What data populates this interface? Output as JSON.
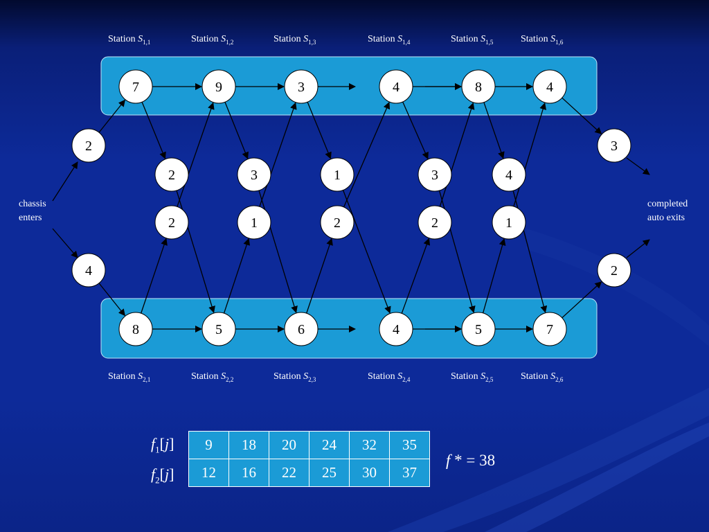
{
  "stations_top": [
    {
      "prefix": "Station ",
      "sym": "S",
      "sub": "1,1"
    },
    {
      "prefix": "Station ",
      "sym": "S",
      "sub": "1,2"
    },
    {
      "prefix": "Station ",
      "sym": "S",
      "sub": "1,3"
    },
    {
      "prefix": "Station ",
      "sym": "S",
      "sub": "1,4"
    },
    {
      "prefix": "Station ",
      "sym": "S",
      "sub": "1,5"
    },
    {
      "prefix": "Station ",
      "sym": "S",
      "sub": "1,6"
    }
  ],
  "stations_bottom": [
    {
      "prefix": "Station ",
      "sym": "S",
      "sub": "2,1"
    },
    {
      "prefix": "Station ",
      "sym": "S",
      "sub": "2,2"
    },
    {
      "prefix": "Station ",
      "sym": "S",
      "sub": "2,3"
    },
    {
      "prefix": "Station ",
      "sym": "S",
      "sub": "2,4"
    },
    {
      "prefix": "Station ",
      "sym": "S",
      "sub": "2,5"
    },
    {
      "prefix": "Station ",
      "sym": "S",
      "sub": "2,6"
    }
  ],
  "line1_times": [
    "7",
    "9",
    "3",
    "4",
    "8",
    "4"
  ],
  "line2_times": [
    "8",
    "5",
    "6",
    "4",
    "5",
    "7"
  ],
  "transfer_down_1_to_2": [
    "2",
    "3",
    "1",
    "3",
    "4"
  ],
  "transfer_up_2_to_1": [
    "2",
    "1",
    "2",
    "2",
    "1"
  ],
  "entry_times": {
    "line1": "2",
    "line2": "4"
  },
  "exit_times": {
    "line1": "3",
    "line2": "2"
  },
  "labels": {
    "start_line1": "chassis",
    "start_line2": "enters",
    "end_line1": "completed",
    "end_line2": "auto exits"
  },
  "table": {
    "f1": {
      "sym": "f",
      "sub": "1",
      "open": "[",
      "idx": "j",
      "close": "]"
    },
    "f2": {
      "sym": "f",
      "sub": "2",
      "open": "[",
      "idx": "j",
      "close": "]"
    },
    "row1": [
      "9",
      "18",
      "20",
      "24",
      "32",
      "35"
    ],
    "row2": [
      "12",
      "16",
      "22",
      "25",
      "30",
      "37"
    ]
  },
  "result": {
    "sym": "f",
    "rest": " * = 38"
  },
  "colors": {
    "background": "#0d2a99",
    "line_box": "#1b9bd6",
    "node_fill": "#ffffff",
    "edge": "#000000",
    "text": "#ffffff"
  }
}
